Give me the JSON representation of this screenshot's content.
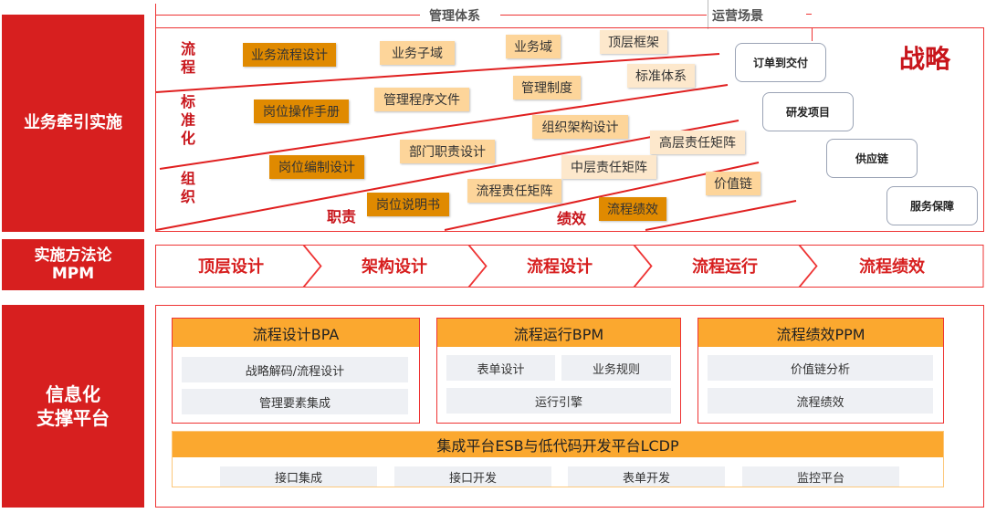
{
  "side": {
    "top": "业务牵引实施",
    "mid_line1": "实施方法论",
    "mid_line2": "MPM",
    "bottom_line1": "信息化",
    "bottom_line2": "支撑平台"
  },
  "header": {
    "management": "管理体系",
    "operations": "运营场景"
  },
  "rows": {
    "process": "流程",
    "standard": "标准化",
    "org": "组织",
    "duty": "职责",
    "perf": "绩效",
    "strategy": "战略"
  },
  "boxes": [
    "业务流程设计",
    "业务子域",
    "业务域",
    "顶层框架",
    "标准体系",
    "管理制度",
    "管理程序文件",
    "岗位操作手册",
    "组织架构设计",
    "部门职责设计",
    "高层责任矩阵",
    "岗位编制设计",
    "中层责任矩阵",
    "流程责任矩阵",
    "价值链",
    "岗位说明书",
    "流程绩效"
  ],
  "scenes": [
    "订单到交付",
    "研发项目",
    "供应链",
    "服务保障"
  ],
  "steps": [
    "顶层设计",
    "架构设计",
    "流程设计",
    "流程运行",
    "流程绩效"
  ],
  "platform": {
    "bpa": {
      "title": "流程设计BPA",
      "items": [
        "战略解码/流程设计",
        "管理要素集成"
      ]
    },
    "bpm": {
      "title": "流程运行BPM",
      "items": [
        "表单设计",
        "业务规则",
        "运行引擎"
      ]
    },
    "ppm": {
      "title": "流程绩效PPM",
      "items": [
        "价值链分析",
        "流程绩效"
      ]
    },
    "esb": {
      "title": "集成平台ESB与低代码开发平台LCDP",
      "items": [
        "接口集成",
        "接口开发",
        "表单开发",
        "监控平台"
      ]
    }
  },
  "colors": {
    "red": "#d71f1f",
    "orange": "#fba82f",
    "dark_orange": "#e08a00"
  }
}
